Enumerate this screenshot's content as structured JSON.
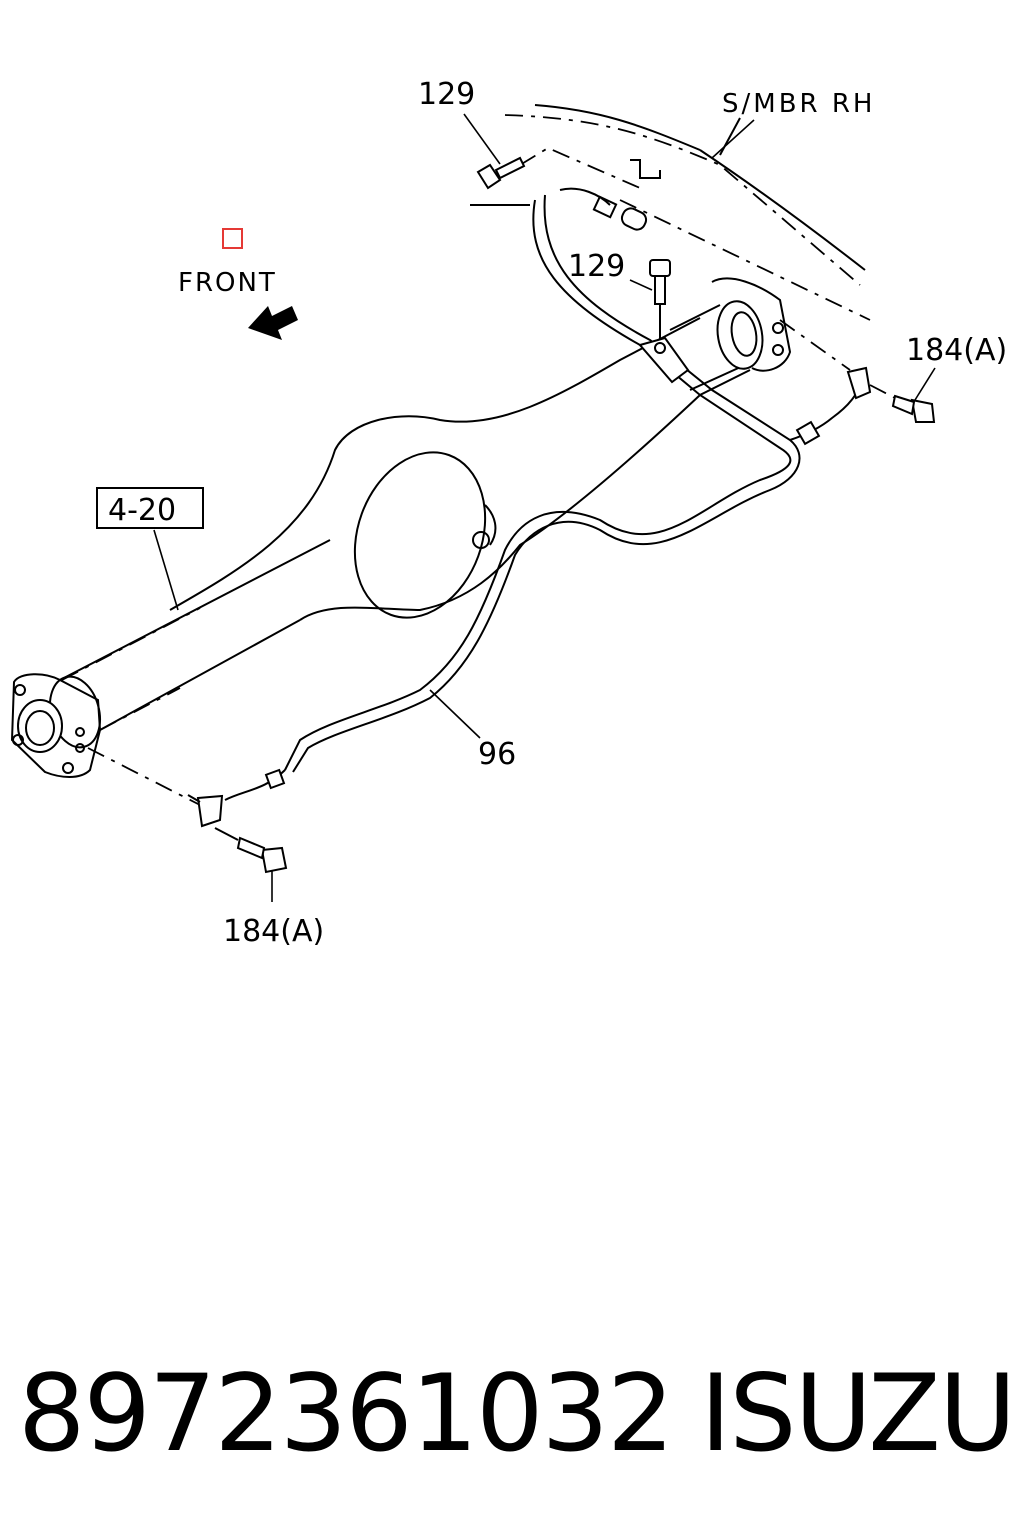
{
  "diagram": {
    "callouts": {
      "bolt_top": "129",
      "side_member": "S/MBR RH",
      "bolt_mid": "129",
      "bolt_right": "184(A)",
      "axle_ref": "4-20",
      "harness": "96",
      "bolt_bottom": "184(A)",
      "front": "FRONT"
    },
    "colors": {
      "ink": "#000000",
      "marker": "#e53935"
    },
    "icons": {
      "front_arrow": "arrow-up-left-icon",
      "marker": "red-square-icon"
    }
  },
  "footer": {
    "part_number": "8972361032",
    "brand": "ISUZU"
  }
}
